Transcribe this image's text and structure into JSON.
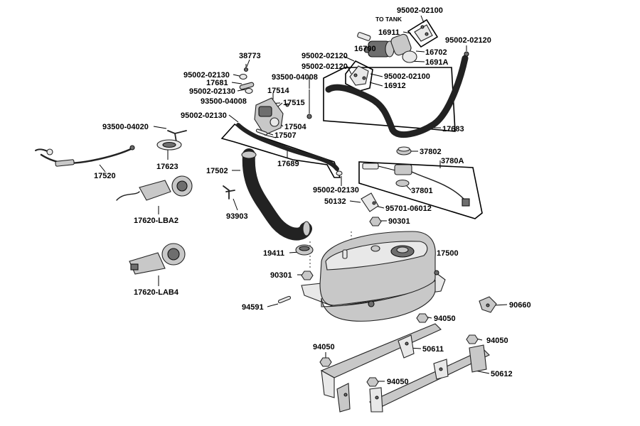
{
  "labels": {
    "p95002_02100_a": "95002-02100",
    "to_tank": "TO TANK",
    "p16911": "16911",
    "p95002_02120_a": "95002-02120",
    "p38773": "38773",
    "p16700": "16700",
    "p16702": "16702",
    "p95002_02120_b": "95002-02120",
    "p1691a": "1691A",
    "p95002_02130_a": "95002-02130",
    "p95002_02120_c": "95002-02120",
    "p93500_04008_a": "93500-04008",
    "p95002_02100_b": "95002-02100",
    "p17681": "17681",
    "p16912": "16912",
    "p95002_02130_b": "95002-02130",
    "p17514": "17514",
    "p93500_04008_b": "93500-04008",
    "p17515": "17515",
    "p95002_02130_c": "95002-02130",
    "p17504": "17504",
    "p17683": "17683",
    "p93500_04020": "93500-04020",
    "p17507": "17507",
    "p37802": "37802",
    "p3780a": "3780A",
    "p17689": "17689",
    "p17623": "17623",
    "p17502": "17502",
    "p17520": "17520",
    "p95002_02130_d": "95002-02130",
    "p37801": "37801",
    "p50132": "50132",
    "p95701_06012": "95701-06012",
    "p17620_lba2": "17620-LBA2",
    "p93903": "93903",
    "p90301_a": "90301",
    "p19411": "19411",
    "p17500": "17500",
    "p90301_b": "90301",
    "p17620_lab4": "17620-LAB4",
    "p94591": "94591",
    "p90660": "90660",
    "p94050_a": "94050",
    "p94050_b": "94050",
    "p94050_c": "94050",
    "p50611": "50611",
    "p94050_d": "94050",
    "p50612": "50612"
  },
  "icons": {
    "fuel_tank": "fuel-tank-icon",
    "fuel_pump": "fuel-pump-icon",
    "throttle_body": "throttle-body-icon",
    "fuel_cap": "fuel-cap-icon",
    "fuel_gauge": "fuel-gauge-sender-icon",
    "filler_hose": "filler-hose-icon",
    "fuel_hose": "fuel-hose-icon",
    "cable": "throttle-cable-icon",
    "bracket": "tank-bracket-icon"
  },
  "colors": {
    "ink": "#000000",
    "part_fill": "#c8c8c8",
    "background": "#ffffff"
  }
}
